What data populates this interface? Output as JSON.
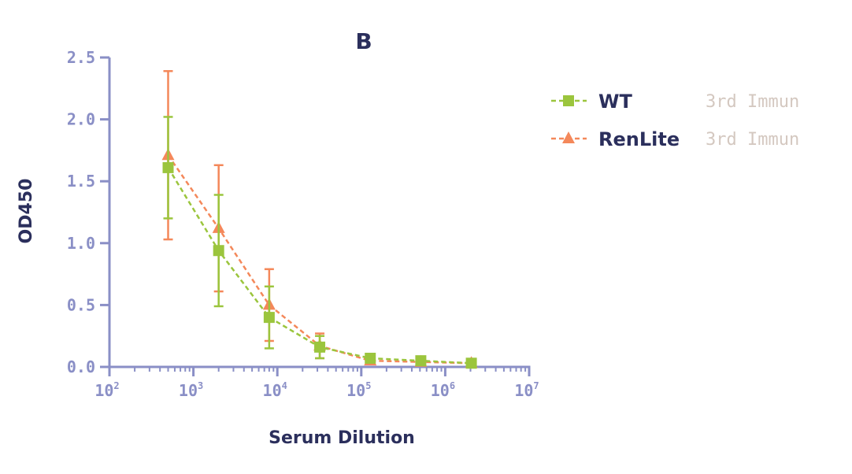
{
  "chart_data": {
    "type": "line",
    "title": "B",
    "xlabel": "Serum Dilution",
    "ylabel": "OD450",
    "x_scale": "log",
    "xlim": [
      100,
      10000000
    ],
    "ylim": [
      0,
      2.5
    ],
    "y_ticks": [
      "0.0",
      "0.5",
      "1.0",
      "1.5",
      "2.0",
      "2.5"
    ],
    "x_ticks": [
      {
        "base": "10",
        "exp": "2"
      },
      {
        "base": "10",
        "exp": "3"
      },
      {
        "base": "10",
        "exp": "4"
      },
      {
        "base": "10",
        "exp": "5"
      },
      {
        "base": "10",
        "exp": "6"
      },
      {
        "base": "10",
        "exp": "7"
      }
    ],
    "x": [
      500,
      2000,
      8000,
      32000,
      128000,
      512000,
      2048000
    ],
    "series": [
      {
        "name": "WT",
        "note": "3rd Immun",
        "marker": "square",
        "color": "#9bc53d",
        "values": [
          1.61,
          0.94,
          0.4,
          0.16,
          0.07,
          0.05,
          0.03
        ],
        "errors": [
          0.41,
          0.45,
          0.25,
          0.09,
          0.02,
          0.01,
          0.01
        ]
      },
      {
        "name": "RenLite",
        "note": "3rd Immun",
        "marker": "triangle",
        "color": "#f4885a",
        "values": [
          1.71,
          1.12,
          0.5,
          0.17,
          0.05,
          0.04,
          0.03
        ],
        "errors": [
          0.68,
          0.51,
          0.29,
          0.1,
          0.02,
          0.01,
          0.01
        ]
      }
    ],
    "legend": "right",
    "axis_color": "#8a8fc6"
  }
}
